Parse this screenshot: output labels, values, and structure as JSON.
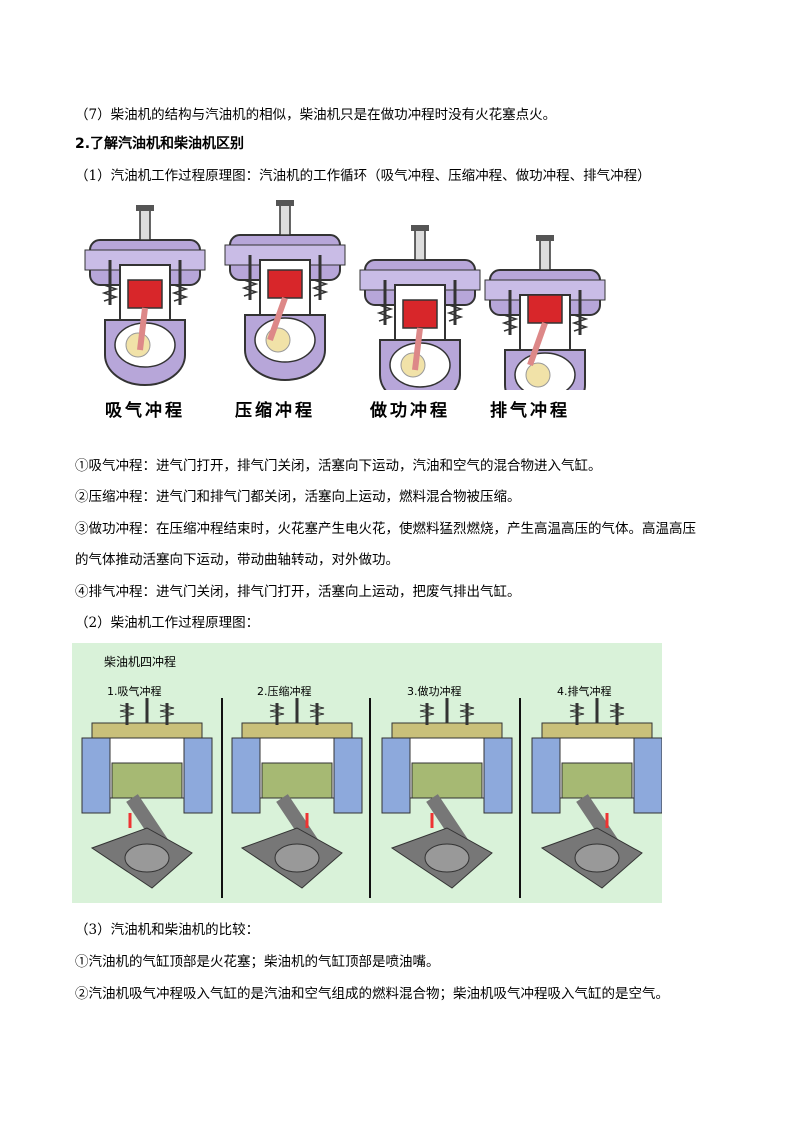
{
  "lines": {
    "l1": "（7）柴油机的结构与汽油机的相似，柴油机只是在做功冲程时没有火花塞点火。",
    "l2": "2.了解汽油机和柴油机区别",
    "l3": "（1）汽油机工作过程原理图：汽油机的工作循环（吸气冲程、压缩冲程、做功冲程、排气冲程）",
    "l4": "①吸气冲程：进气门打开，排气门关闭，活塞向下运动，汽油和空气的混合物进入气缸。",
    "l5": "②压缩冲程：进气门和排气门都关闭，活塞向上运动，燃料混合物被压缩。",
    "l6": "③做功冲程：在压缩冲程结束时，火花塞产生电火花，使燃料猛烈燃烧，产生高温高压的气体。高温高压",
    "l7": "的气体推动活塞向下运动，带动曲轴转动，对外做功。",
    "l8": "④排气冲程：进气门关闭，排气门打开，活塞向上运动，把废气排出气缸。",
    "l9": "（2）柴油机工作过程原理图：",
    "l10": "（3）汽油机和柴油机的比较：",
    "l11": "①汽油机的气缸顶部是火花塞；柴油机的气缸顶部是喷油嘴。",
    "l12": "②汽油机吸气冲程吸入气缸的是汽油和空气组成的燃料混合物；柴油机吸气冲程吸入气缸的是空气。"
  },
  "gasoline_figure": {
    "captions": [
      "吸气冲程",
      "压缩冲程",
      "做功冲程",
      "排气冲程"
    ]
  },
  "diesel_figure": {
    "title": "柴油机四冲程",
    "strokes": [
      "1.吸气冲程",
      "2.压缩冲程",
      "3.做功冲程",
      "4.排气冲程"
    ]
  },
  "colors": {
    "engine_purple": "#b7a6d9",
    "piston_red": "#d8262a",
    "diesel_bg": "#d9f2d9",
    "cylinder_blue": "#8da9dc",
    "piston_green": "#a6b973",
    "rod_gray": "#777777"
  }
}
